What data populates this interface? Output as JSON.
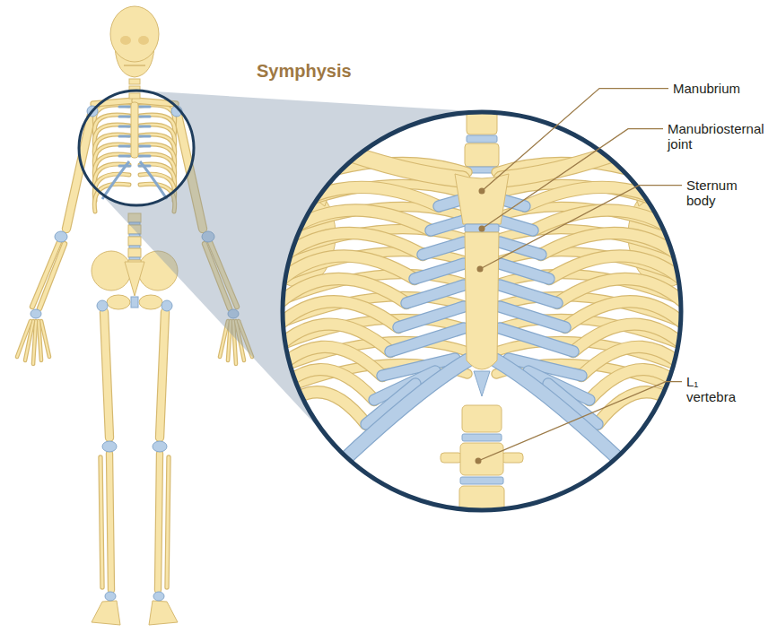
{
  "diagram": {
    "title": "Symphysis",
    "labels": [
      "Manubrium",
      "Manubriosternal joint",
      "Sternum body",
      "L₁ vertebra"
    ]
  }
}
